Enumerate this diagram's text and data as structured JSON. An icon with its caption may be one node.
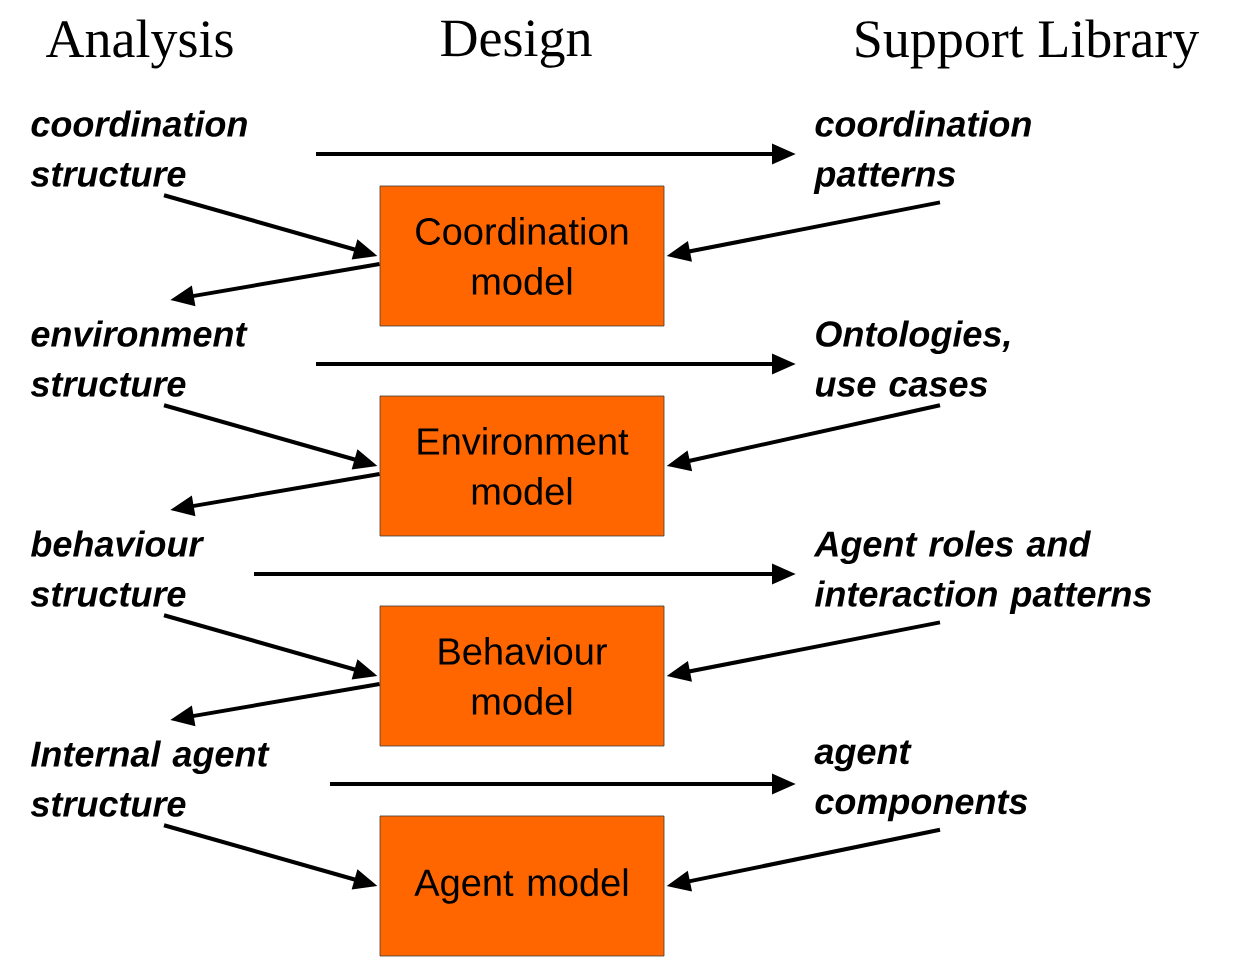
{
  "diagram": {
    "nodes": [
      {
        "text": [
          "coordination structure"
        ]
      },
      {
        "text": [
          "Coordination model"
        ]
      },
      {
        "text": [
          "coordination patterns"
        ]
      },
      {
        "text": [
          "environment structure"
        ]
      },
      {
        "text": [
          "Environment model"
        ]
      },
      {
        "text": [
          "Ontologies, use cases"
        ]
      },
      {
        "text": [
          "behaviour structure"
        ]
      },
      {
        "text": [
          "Behaviour model"
        ]
      },
      {
        "text": [
          "Agent roles and interaction patterns"
        ]
      },
      {
        "text": [
          "Internal agent structure"
        ]
      },
      {
        "text": [
          "Agent model"
        ]
      },
      {
        "text": [
          "agent components"
        ]
      }
    ],
    "edges": [
      {
        "from": 0,
        "to": 2,
        "arrow": "to"
      },
      {
        "from": 0,
        "to": 1,
        "arrow": "to"
      },
      {
        "from": 2,
        "to": 1,
        "arrow": "to"
      },
      {
        "from": 1,
        "to": 3,
        "arrow": "to"
      },
      {
        "from": 3,
        "to": 5,
        "arrow": "to"
      },
      {
        "from": 3,
        "to": 4,
        "arrow": "to"
      },
      {
        "from": 5,
        "to": 4,
        "arrow": "to"
      },
      {
        "from": 4,
        "to": 6,
        "arrow": "to"
      },
      {
        "from": 6,
        "to": 8,
        "arrow": "to"
      },
      {
        "from": 6,
        "to": 7,
        "arrow": "to"
      },
      {
        "from": 8,
        "to": 7,
        "arrow": "to"
      },
      {
        "from": 7,
        "to": 9,
        "arrow": "to"
      },
      {
        "from": 9,
        "to": 11,
        "arrow": "to"
      },
      {
        "from": 9,
        "to": 10,
        "arrow": "to"
      },
      {
        "from": 11,
        "to": 10,
        "arrow": "to"
      }
    ],
    "labels": [
      "Analysis",
      "Design",
      "Support Library"
    ]
  }
}
